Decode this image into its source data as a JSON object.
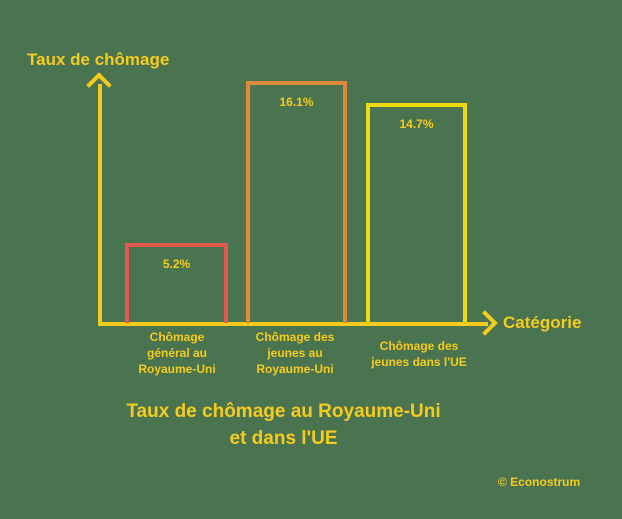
{
  "chart_data": {
    "type": "bar",
    "title": "Taux de chômage au Royaume-Uni et dans l'UE",
    "title_lines": [
      "Taux de chômage au Royaume-Uni",
      "et dans l'UE"
    ],
    "xlabel": "Catégorie",
    "ylabel": "Taux de chômage",
    "categories": [
      "Chômage général au Royaume-Uni",
      "Chômage des jeunes au Royaume-Uni",
      "Chômage des jeunes dans l'UE"
    ],
    "category_lines": [
      [
        "Chômage",
        "général au",
        "Royaume-Uni"
      ],
      [
        "Chômage des",
        "jeunes au",
        "Royaume-Uni"
      ],
      [
        "Chômage des",
        "jeunes dans l'UE"
      ]
    ],
    "values": [
      5.2,
      16.1,
      14.7
    ],
    "value_labels": [
      "5.2%",
      "16.1%",
      "14.7%"
    ],
    "bar_colors": [
      "#e05a50",
      "#e0893a",
      "#f2d80e"
    ],
    "ylim": [
      0,
      16.1
    ],
    "grid": false,
    "legend": "none"
  },
  "credit": "© Econostrum",
  "colors": {
    "background": "#4a7350",
    "text": "#f5cb1e"
  }
}
